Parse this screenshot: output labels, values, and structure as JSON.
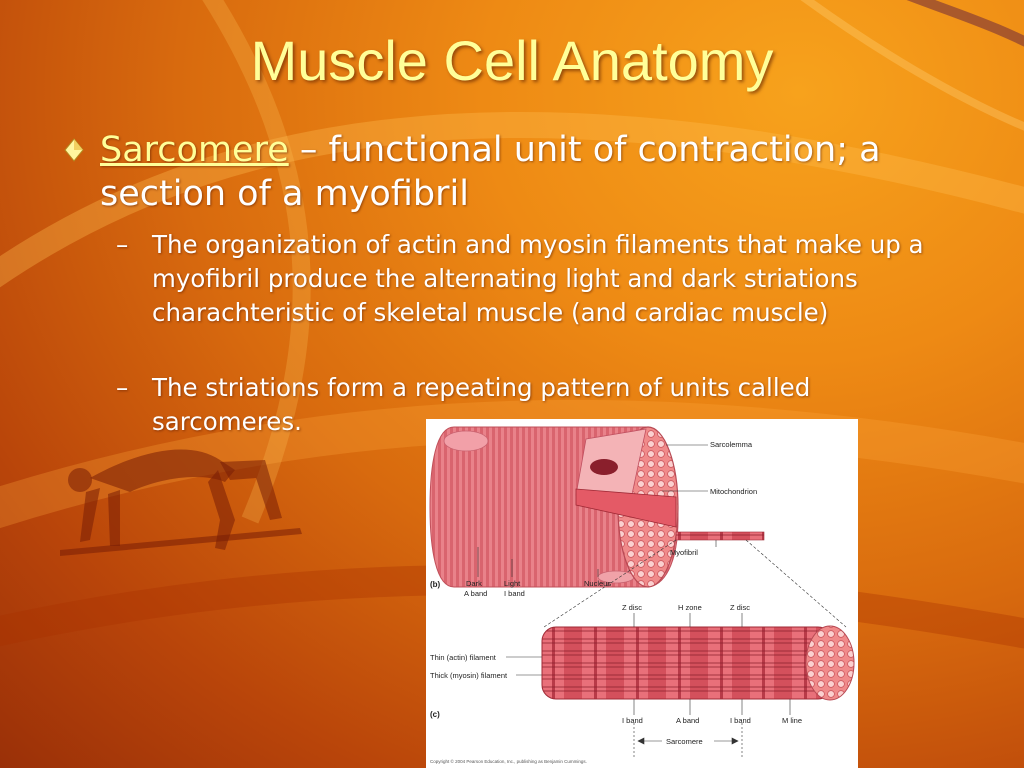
{
  "slide": {
    "title": "Muscle Cell Anatomy",
    "main_bullet": {
      "term": "Sarcomere",
      "rest": " – functional unit of contraction; a section of a myofibril"
    },
    "sub_bullets": [
      {
        "dash": "–",
        "text": "The organization of actin and myosin filaments that make up a myofibril produce the alternating light and dark striations charachteristic of skeletal muscle (and cardiac muscle)"
      },
      {
        "dash": "–",
        "text": "The striations form a repeating pattern of units called sarcomeres."
      }
    ],
    "colors": {
      "title": "#ffff99",
      "body_text": "#ffffff",
      "background": "#ee8a14"
    }
  },
  "figure": {
    "panel_b": "(b)",
    "panel_c": "(c)",
    "labels": {
      "sarcolemma": "Sarcolemma",
      "mitochondrion": "Mitochondrion",
      "myofibril": "Myofibril",
      "dark_band_1": "Dark",
      "dark_band_2": "A band",
      "light_band_1": "Light",
      "light_band_2": "I band",
      "nucleus": "Nucleus",
      "z_disc_left": "Z disc",
      "h_zone": "H zone",
      "z_disc_right": "Z disc",
      "thin_filament": "Thin (actin) filament",
      "thick_filament": "Thick (myosin) filament",
      "i_band_left": "I band",
      "a_band": "A band",
      "i_band_right": "I band",
      "m_line": "M line",
      "sarcomere": "Sarcomere"
    },
    "copyright": "Copyright © 2004 Pearson Education, Inc., publishing as Benjamin Cummings."
  }
}
